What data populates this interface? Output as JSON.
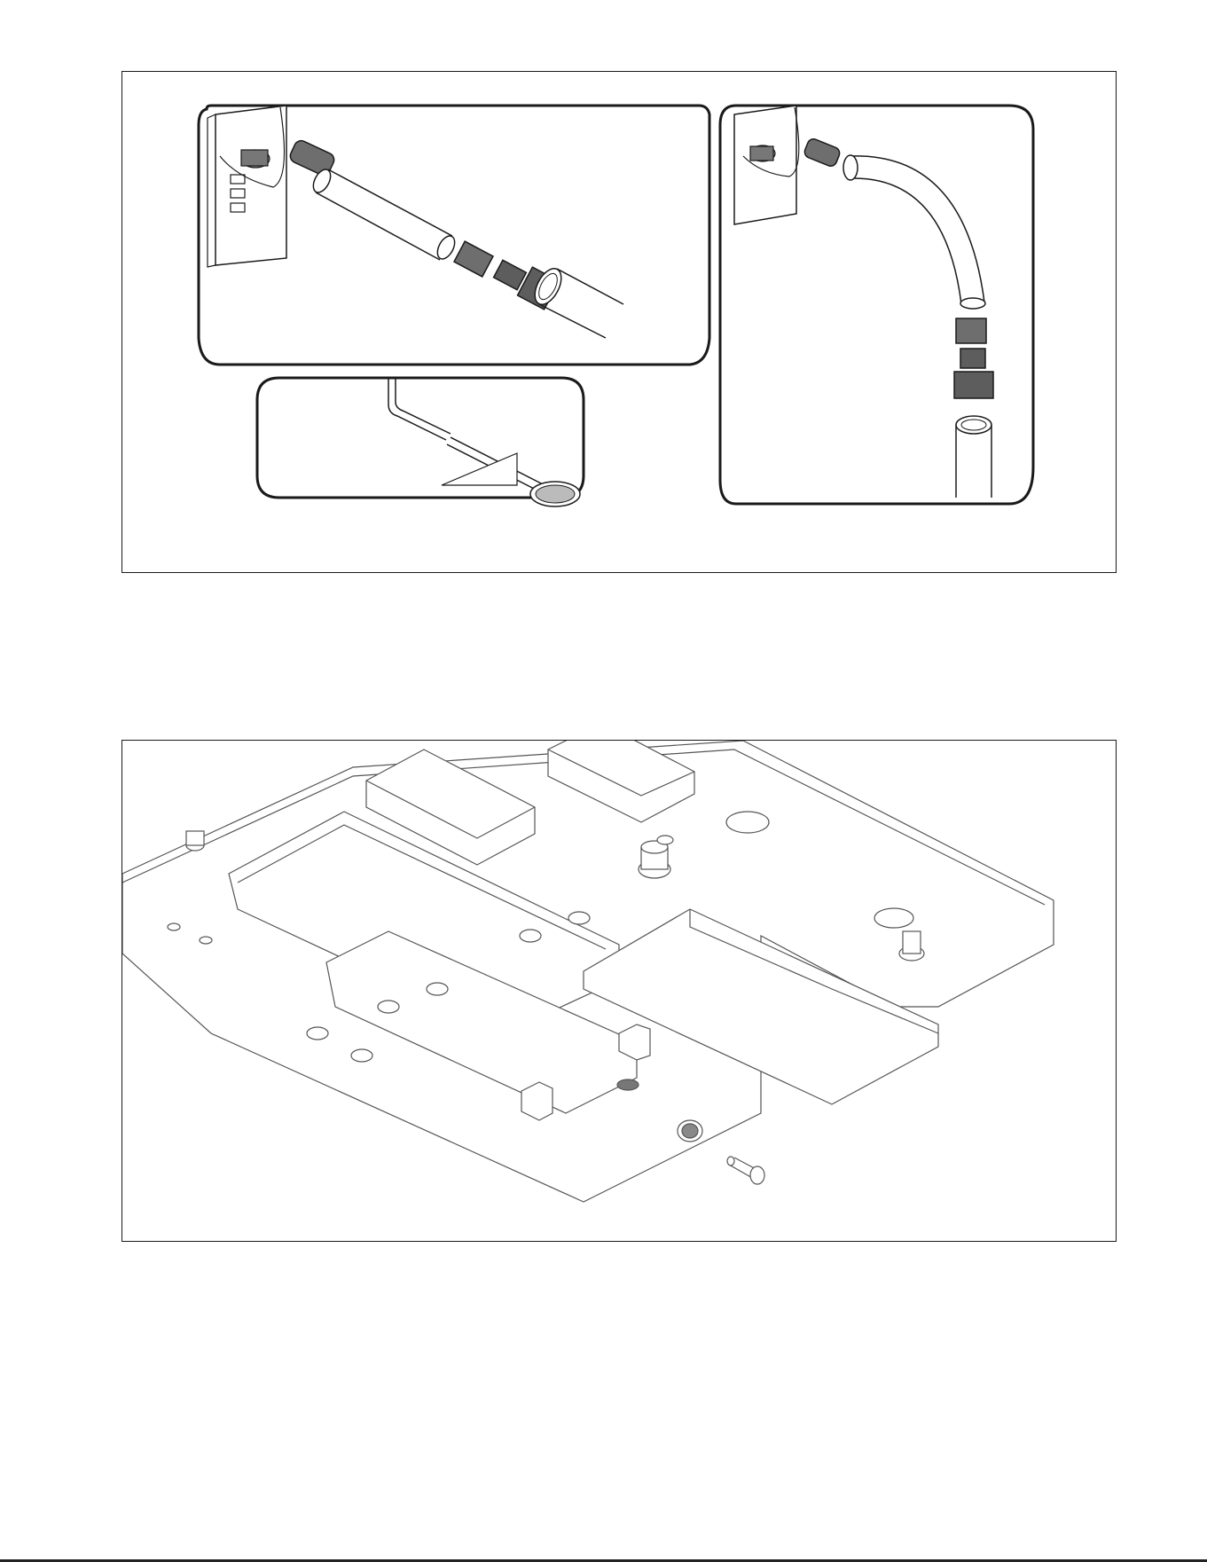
{
  "page": {
    "figures": [
      {
        "id": "fig1",
        "description_panels": [
          "panel-main-pipe",
          "panel-drain",
          "panel-elbow"
        ]
      },
      {
        "id": "fig2",
        "description_panels": [
          "housing-base"
        ]
      }
    ],
    "footer_mark": ""
  },
  "colors": {
    "line": "#1a1a1a",
    "fitting_fill": "#6e6e6e",
    "panel_stroke": "#1a1a1a",
    "housing_line": "#555555"
  }
}
